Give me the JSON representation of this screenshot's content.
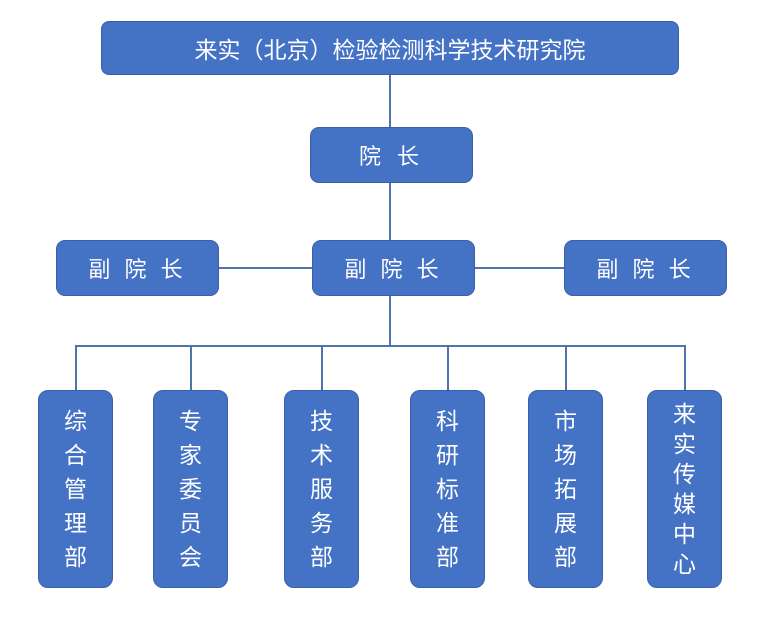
{
  "org_chart": {
    "root": {
      "label": "来实（北京）检验检测科学技术研究院"
    },
    "president": {
      "label": "院 长"
    },
    "vice_presidents": [
      {
        "label": "副 院 长"
      },
      {
        "label": "副 院 长"
      },
      {
        "label": "副 院 长"
      }
    ],
    "departments": [
      {
        "label": "综合管理部"
      },
      {
        "label": "专家委员会"
      },
      {
        "label": "技术服务部"
      },
      {
        "label": "科研标准部"
      },
      {
        "label": "市场拓展部"
      },
      {
        "label": "来实传媒中心"
      }
    ],
    "colors": {
      "node_fill": "#4472c4",
      "node_border": "#3c5ea9",
      "connector": "#4e74ab",
      "text": "#ffffff",
      "background": "#ffffff"
    }
  }
}
